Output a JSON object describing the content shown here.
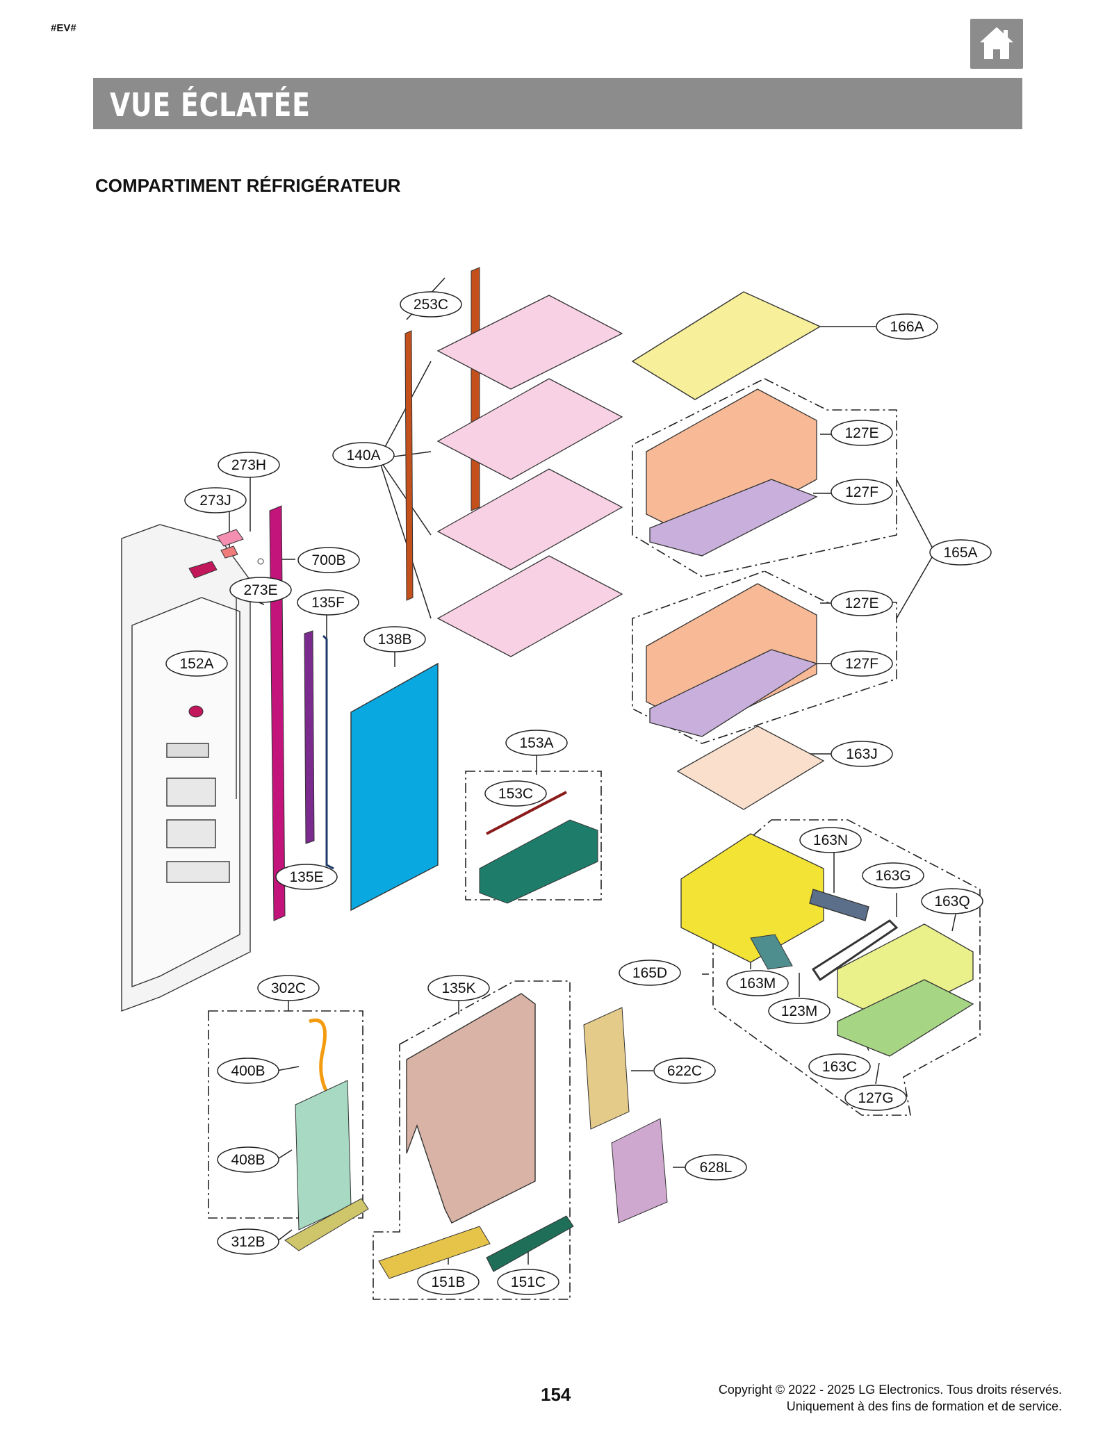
{
  "page_tag": "#EV#",
  "title": "VUE ÉCLATÉE",
  "section": "COMPARTIMENT RÉFRIGÉRATEUR",
  "page_number": "154",
  "copyright_line1": "Copyright © 2022 - 2025 LG Electronics. Tous droits réservés.",
  "copyright_line2": "Uniquement à des fins de formation et de service.",
  "home_icon": "home-icon",
  "callouts": {
    "c253C": "253C",
    "c166A": "166A",
    "c140A": "140A",
    "c127E_1": "127E",
    "c127F_1": "127F",
    "c165A": "165A",
    "c127E_2": "127E",
    "c127F_2": "127F",
    "c273H": "273H",
    "c273J": "273J",
    "c700B": "700B",
    "c273E": "273E",
    "c135F": "135F",
    "c138B": "138B",
    "c152A": "152A",
    "c153A": "153A",
    "c153C": "153C",
    "c163J": "163J",
    "c163N": "163N",
    "c163G": "163G",
    "c163Q": "163Q",
    "c165D": "165D",
    "c163M": "163M",
    "c123M": "123M",
    "c135E": "135E",
    "c302C": "302C",
    "c135K": "135K",
    "c400B": "400B",
    "c622C": "622C",
    "c408B": "408B",
    "c628L": "628L",
    "c163C": "163C",
    "c127G": "127G",
    "c312B": "312B",
    "c151B": "151B",
    "c151C": "151C"
  }
}
